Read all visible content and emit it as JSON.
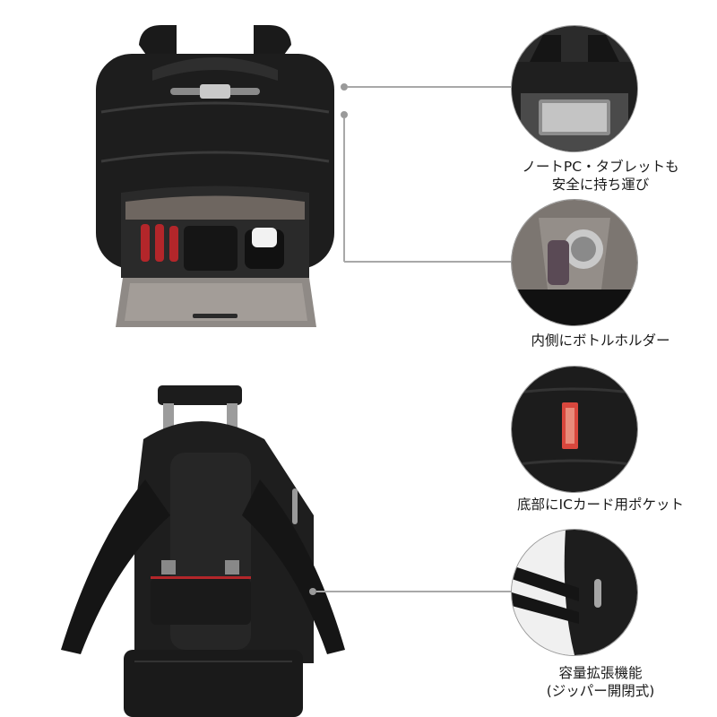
{
  "features": [
    {
      "line1": "ノートPC・タブレットも",
      "line2": "安全に持ち運び",
      "icon": "laptop-compartment"
    },
    {
      "line1": "内側にボトルホルダー",
      "line2": "",
      "icon": "bottle-holder"
    },
    {
      "line1": "底部にICカード用ポケット",
      "line2": "",
      "icon": "ic-card-pocket"
    },
    {
      "line1": "容量拡張機能",
      "line2": "(ジッパー開閉式)",
      "icon": "expandable-zipper"
    }
  ],
  "colors": {
    "bag": "#1b1b1b",
    "lining": "#8f8a86",
    "accent": "#c0392b",
    "guide": "#a8a8a8"
  }
}
